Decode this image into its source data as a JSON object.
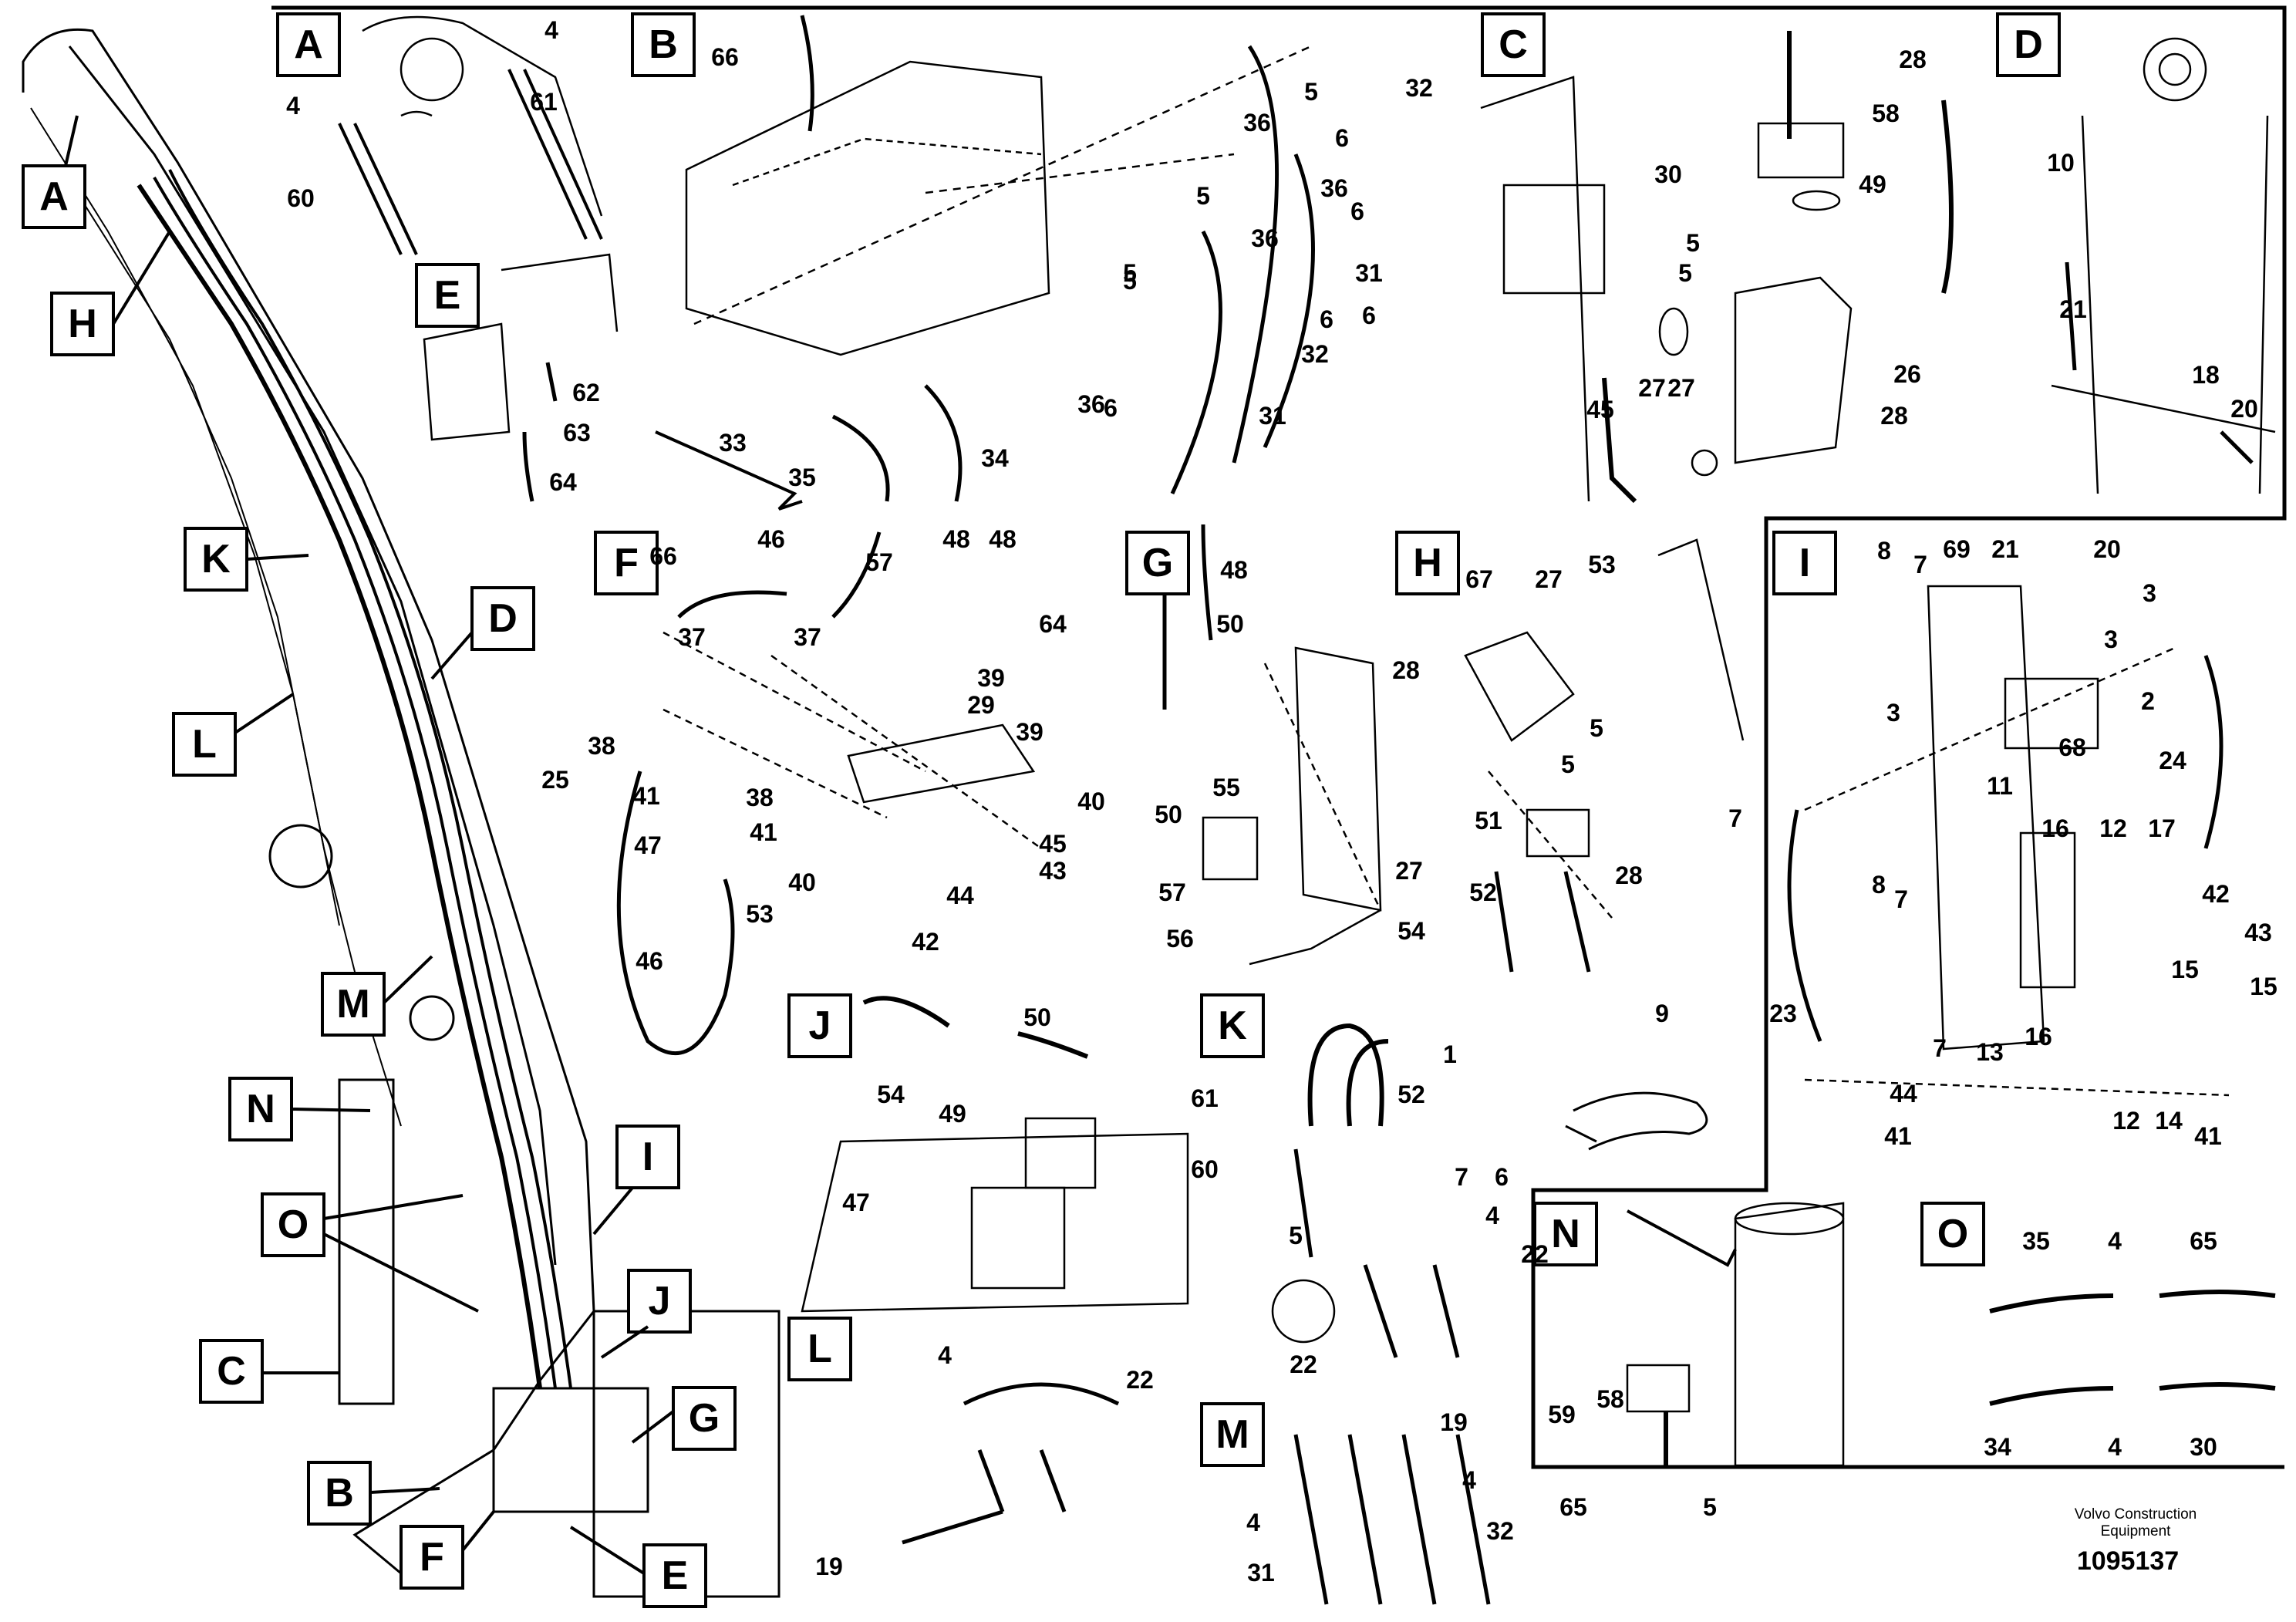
{
  "footer": {
    "company_line1": "Volvo Construction",
    "company_line2": "Equipment",
    "part_number": "1095137"
  },
  "overview_labels": [
    "A",
    "H",
    "K",
    "D",
    "L",
    "M",
    "N",
    "I",
    "O",
    "C",
    "J",
    "G",
    "B",
    "F",
    "E"
  ],
  "overview_callouts": [
    "25"
  ],
  "panels": {
    "A": {
      "letter": "A",
      "callouts": [
        "4",
        "61",
        "4",
        "60"
      ]
    },
    "B": {
      "letter": "B",
      "callouts": [
        "66",
        "32",
        "5",
        "36",
        "6",
        "5",
        "36",
        "36",
        "6",
        "5",
        "31",
        "6",
        "5",
        "6",
        "32",
        "36",
        "6",
        "31",
        "33",
        "35",
        "34"
      ]
    },
    "C": {
      "letter": "C",
      "callouts": [
        "28",
        "58",
        "30",
        "49",
        "5",
        "5",
        "27",
        "26",
        "45",
        "27",
        "28"
      ]
    },
    "D": {
      "letter": "D",
      "callouts": [
        "10",
        "21",
        "18",
        "20"
      ]
    },
    "E": {
      "letter": "E",
      "callouts": [
        "62",
        "63",
        "64"
      ]
    },
    "F": {
      "letter": "F",
      "callouts": [
        "66",
        "46",
        "57",
        "48",
        "48",
        "37",
        "37",
        "64",
        "39",
        "29",
        "38",
        "39",
        "41",
        "38",
        "40",
        "41",
        "47",
        "40",
        "44",
        "45",
        "43",
        "53",
        "42",
        "46"
      ]
    },
    "G": {
      "letter": "G",
      "callouts": [
        "48",
        "50",
        "55",
        "50",
        "57",
        "56"
      ]
    },
    "H": {
      "letter": "H",
      "callouts": [
        "67",
        "27",
        "53",
        "28",
        "5",
        "5",
        "51",
        "7",
        "27",
        "52",
        "28",
        "54"
      ]
    },
    "I": {
      "letter": "I",
      "callouts": [
        "8",
        "7",
        "69",
        "21",
        "20",
        "3",
        "3",
        "2",
        "3",
        "68",
        "24",
        "11",
        "16",
        "12",
        "17",
        "8",
        "7",
        "42",
        "43",
        "15",
        "23",
        "15",
        "7",
        "13",
        "16",
        "44",
        "12",
        "14",
        "41",
        "41"
      ]
    },
    "J": {
      "letter": "J",
      "callouts": [
        "50",
        "54",
        "49",
        "47"
      ]
    },
    "K": {
      "letter": "K",
      "callouts": [
        "1",
        "61",
        "52",
        "7",
        "6",
        "60",
        "4",
        "5",
        "22",
        "22"
      ]
    },
    "L": {
      "letter": "L",
      "callouts": [
        "4",
        "22",
        "19"
      ]
    },
    "M": {
      "letter": "M",
      "callouts": [
        "19",
        "4",
        "4",
        "32",
        "31"
      ]
    },
    "N": {
      "letter": "N",
      "callouts": [
        "59",
        "58",
        "65",
        "5"
      ]
    },
    "O": {
      "letter": "O",
      "callouts": [
        "35",
        "4",
        "65",
        "34",
        "4",
        "30"
      ]
    },
    "9": {
      "letter": "",
      "callouts": [
        "9"
      ]
    }
  }
}
